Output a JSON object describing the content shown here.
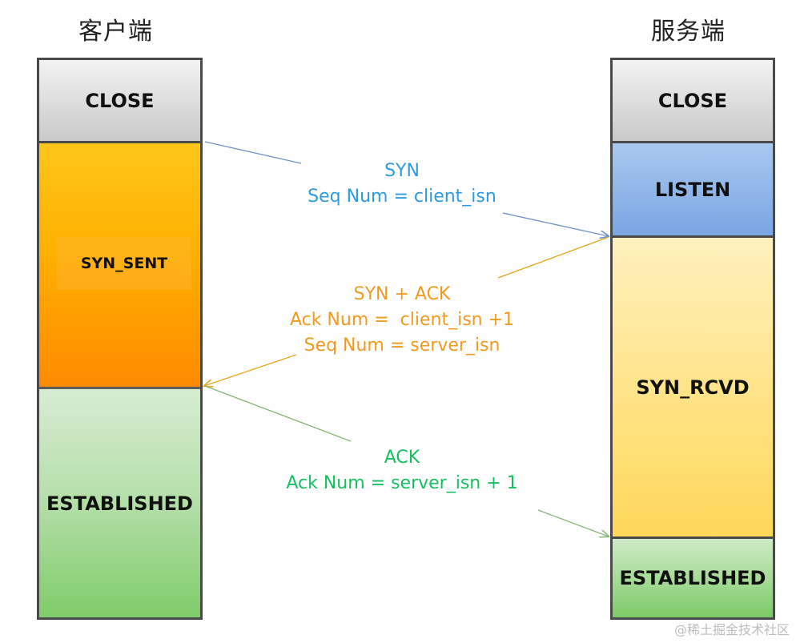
{
  "headers": {
    "client": "客户端",
    "server": "服务端"
  },
  "client": {
    "close": "CLOSE",
    "syn_sent": "SYN_SENT",
    "established": "ESTABLISHED"
  },
  "server": {
    "close": "CLOSE",
    "listen": "LISTEN",
    "syn_rcvd": "SYN_RCVD",
    "established": "ESTABLISHED"
  },
  "messages": {
    "syn": {
      "line1": "SYN",
      "line2": "Seq Num = client_isn",
      "color": "#2e9be0"
    },
    "synack": {
      "line1": "SYN + ACK",
      "line2": "Ack Num =  client_isn +1",
      "line3": "Seq Num = server_isn",
      "color": "#f29a1f"
    },
    "ack": {
      "line1": "ACK",
      "line2": "Ack Num = server_isn + 1",
      "color": "#16c060"
    }
  },
  "watermark": "@稀土掘金技术社区"
}
